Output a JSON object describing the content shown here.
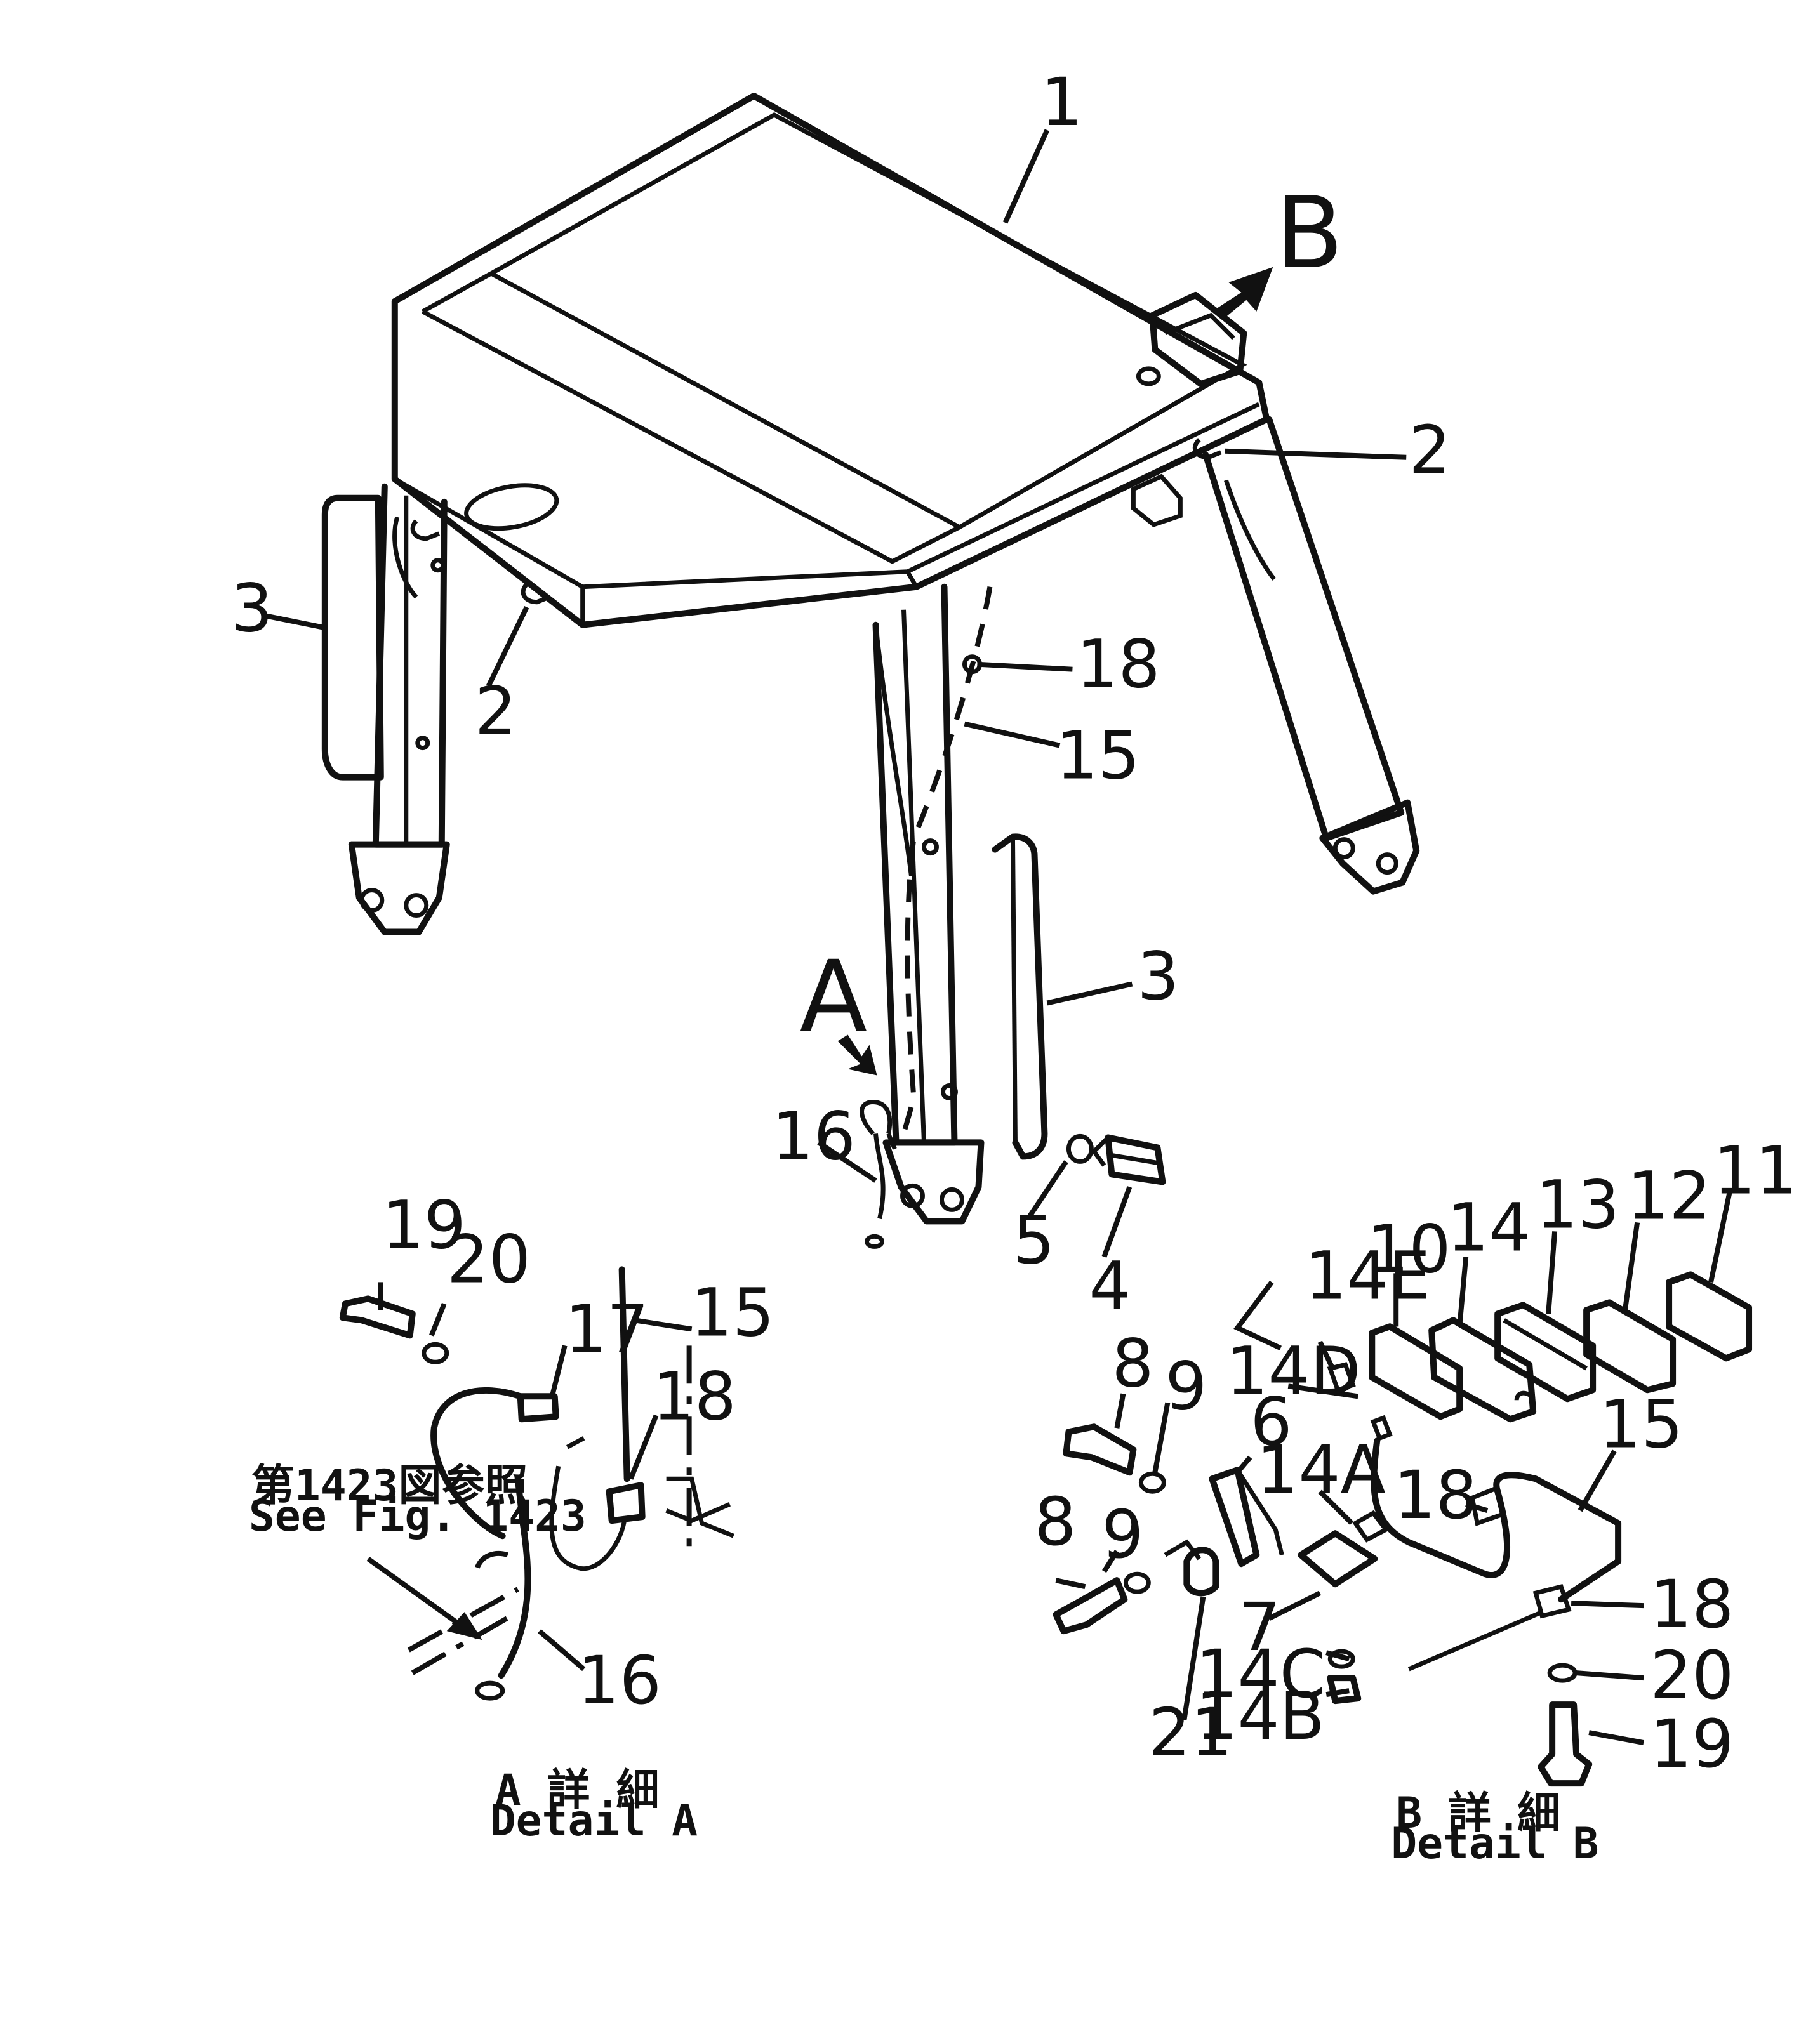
{
  "views": {
    "detail_a_marker": "A",
    "detail_b_marker": "B"
  },
  "callouts": {
    "c1": "1",
    "c2_right": "2",
    "c2_left": "2",
    "c3_left": "3",
    "c3_right": "3",
    "c4": "4",
    "c5": "5",
    "c15_main": "15",
    "c16_main": "16",
    "c18_main": "18"
  },
  "detail_a": {
    "callouts": {
      "c19": "19",
      "c20": "20",
      "c17": "17",
      "c15": "15",
      "c18": "18",
      "c16": "16"
    },
    "ref_jp": "第1423図参照",
    "ref_en": "See  Fig.  1423",
    "caption_jp": "A 詳 細",
    "caption_en": "Detail  A"
  },
  "detail_b": {
    "callouts": {
      "c10": "10",
      "c11": "11",
      "c12": "12",
      "c13": "13",
      "c14": "14",
      "c14E": "14E",
      "c14D": "14D",
      "c14A": "14A",
      "c14C": "14C",
      "c14B": "14B",
      "c8_top": "8",
      "c8_bottom": "8",
      "c9_top": "9",
      "c9_bottom": "9",
      "c6": "6",
      "c7": "7",
      "c21": "21",
      "c15": "15",
      "c18_a": "18",
      "c18_b": "18",
      "c20": "20",
      "c19": "19"
    },
    "caption_jp": "B 詳 細",
    "caption_en": "Detail  B"
  }
}
